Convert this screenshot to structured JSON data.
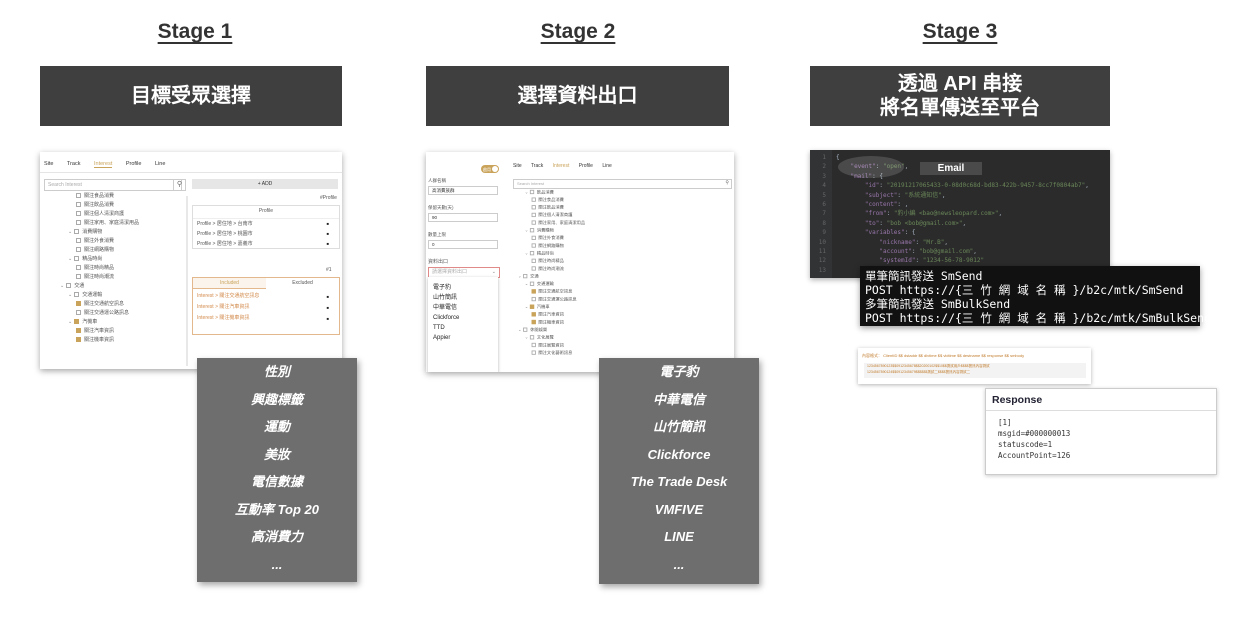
{
  "stages": [
    {
      "title": "Stage 1",
      "banner": [
        "目標受眾選擇"
      ]
    },
    {
      "title": "Stage 2",
      "banner": [
        "選擇資料出口"
      ]
    },
    {
      "title": "Stage 3",
      "banner": [
        "透過 API 串接",
        "將名單傳送至平台"
      ]
    }
  ],
  "stage1": {
    "tabs": [
      "Site",
      "Track",
      "Interest",
      "Profile",
      "Line"
    ],
    "search_placeholder": "Search Interest",
    "add_button": "+ ADD",
    "profile_tag": "#Profile",
    "profile_header": "Profile",
    "profile_rows": [
      "Profile > 居住地 > 台南市",
      "Profile > 居住地 > 桃園市",
      "Profile > 居住地 > 嘉義市"
    ],
    "count_tag": "#1",
    "included_tab": "Included",
    "excluded_tab": "Excluded",
    "interest_rows": [
      "Interest > 關注交通航空訊息",
      "Interest > 關注汽車資訊",
      "Interest > 關注機車資訊"
    ],
    "tree": [
      {
        "label": "關注食品消費",
        "indent": 2,
        "checked": false
      },
      {
        "label": "關注飲品消費",
        "indent": 2,
        "checked": false
      },
      {
        "label": "關注個人清潔商護",
        "indent": 2,
        "checked": false
      },
      {
        "label": "關注家用、家庭清潔用品",
        "indent": 2,
        "checked": false
      },
      {
        "label": "消費購物",
        "indent": 1,
        "checked": false
      },
      {
        "label": "關注外食消費",
        "indent": 2,
        "checked": false
      },
      {
        "label": "關注網路購物",
        "indent": 2,
        "checked": false
      },
      {
        "label": "精品時尚",
        "indent": 1,
        "checked": false
      },
      {
        "label": "關注時尚精品",
        "indent": 2,
        "checked": false
      },
      {
        "label": "關注時尚潮流",
        "indent": 2,
        "checked": false
      },
      {
        "label": "交通",
        "indent": 0,
        "checked": false
      },
      {
        "label": "交通運輸",
        "indent": 1,
        "checked": false
      },
      {
        "label": "關注交通航空訊息",
        "indent": 2,
        "checked": true
      },
      {
        "label": "關注交通運公路訊息",
        "indent": 2,
        "checked": false
      },
      {
        "label": "汽機車",
        "indent": 1,
        "checked": true
      },
      {
        "label": "關注汽車資訊",
        "indent": 2,
        "checked": true
      },
      {
        "label": "關注機車資訊",
        "indent": 2,
        "checked": true
      }
    ],
    "overlay": [
      "性別",
      "興趣標籤",
      "運動",
      "美妝",
      "電信數據",
      "互動率 Top 20",
      "高消費力",
      "..."
    ]
  },
  "stage2": {
    "toggle_label": "啟用",
    "fields": [
      {
        "label": "人群名稱",
        "value": "高消費族群"
      },
      {
        "label": "保留天數(天)",
        "value": "90"
      },
      {
        "label": "數量上限",
        "value": "0"
      }
    ],
    "output_label": "資料出口",
    "output_placeholder": "請選擇資料出口",
    "options": [
      "電子豹",
      "山竹簡訊",
      "中華電信",
      "Clickforce",
      "TTD",
      "Appier"
    ],
    "tabs": [
      "Site",
      "Track",
      "Interest",
      "Profile",
      "Line"
    ],
    "search_placeholder": "Search Interest",
    "tree": [
      {
        "label": "飲品消費",
        "indent": 1,
        "checked": false
      },
      {
        "label": "關注食品消費",
        "indent": 2,
        "checked": false
      },
      {
        "label": "關注飲品消費",
        "indent": 2,
        "checked": false
      },
      {
        "label": "關注個人清潔商護",
        "indent": 2,
        "checked": false
      },
      {
        "label": "關注家用、家庭清潔用品",
        "indent": 2,
        "checked": false
      },
      {
        "label": "消費購物",
        "indent": 1,
        "checked": false
      },
      {
        "label": "關注外食消費",
        "indent": 2,
        "checked": false
      },
      {
        "label": "關注網路購物",
        "indent": 2,
        "checked": false
      },
      {
        "label": "精品時尚",
        "indent": 1,
        "checked": false
      },
      {
        "label": "關注時尚精品",
        "indent": 2,
        "checked": false
      },
      {
        "label": "關注時尚潮流",
        "indent": 2,
        "checked": false
      },
      {
        "label": "交通",
        "indent": 0,
        "checked": false
      },
      {
        "label": "交通運輸",
        "indent": 1,
        "checked": false
      },
      {
        "label": "關注交通航空訊息",
        "indent": 2,
        "checked": true
      },
      {
        "label": "關注交通運公路訊息",
        "indent": 2,
        "checked": false
      },
      {
        "label": "汽機車",
        "indent": 1,
        "checked": true
      },
      {
        "label": "關注汽車資訊",
        "indent": 2,
        "checked": true
      },
      {
        "label": "關注機車資訊",
        "indent": 2,
        "checked": true
      },
      {
        "label": "休閒娛樂",
        "indent": 0,
        "checked": false
      },
      {
        "label": "文化展覽",
        "indent": 1,
        "checked": false
      },
      {
        "label": "關注展覽資訊",
        "indent": 2,
        "checked": false
      },
      {
        "label": "關注文化藝術訊息",
        "indent": 2,
        "checked": false
      }
    ],
    "overlay": [
      "電子豹",
      "中華電信",
      "山竹簡訊",
      "Clickforce",
      "The Trade Desk",
      "VMFIVE",
      "LINE",
      "..."
    ]
  },
  "stage3": {
    "email_badge": "Email",
    "json_lines": [
      "{",
      "    \"event\": \"open\",",
      "    \"mail\": {",
      "        \"id\": \"20191217065433-0-08d0c68d-bd83-422b-9457-8cc7f0804ab7\",",
      "        \"subject\": \"系統通知信\",",
      "        \"content\": \"\",",
      "        \"from\": \"豹小編 <bao@newsleopard.com>\",",
      "        \"to\": \"bob <bob@gmail.com>\",",
      "        \"variables\": {",
      "            \"nickname\": \"Mr.B\",",
      "            \"account\": \"bob@gmail.com\",",
      "            \"systemId\": \"1234-56-78-9012\"",
      "        }"
    ],
    "sms_lines": [
      "單筆簡訊發送 SmSend",
      "POST https://{三 竹 網 域 名 稱 }/b2c/mtk/SmSend",
      "多筆簡訊發送 SmBulkSend",
      "POST https://{三 竹 網 域 名 稱 }/b2c/mtk/SmBulkSend"
    ],
    "bulk_format": "內容格式： ClientID $$ dstaddr $$ dlvtime $$ vldtime $$ destname $$ response $$ smbody",
    "bulk_rows": [
      "1234567890123$$0912345678$$20200102$$10$$測試用戶$$$$簡訊內容測試",
      "1234567890124$$0912345679$$$$$$測試二$$$$簡訊內容測試二"
    ],
    "response_title": "Response",
    "response_lines": [
      "[1]",
      "msgid=#000000013",
      "statuscode=1",
      "AccountPoint=126"
    ]
  }
}
